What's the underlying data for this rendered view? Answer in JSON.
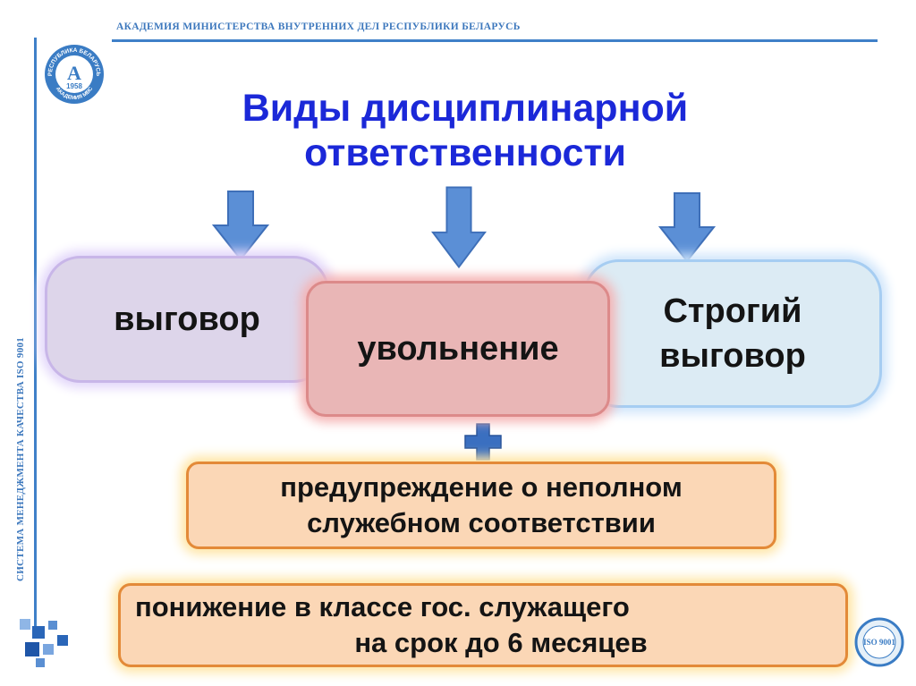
{
  "header": {
    "institution": "АКАДЕМИЯ МИНИСТЕРСТВА ВНУТРЕННИХ ДЕЛ РЕСПУБЛИКИ БЕЛАРУСЬ",
    "side_text": "СИСТЕМА МЕНЕДЖМЕНТА КАЧЕСТВА ISO 9001"
  },
  "logo_left": {
    "ring_text_top": "РЕСПУБЛИКА БЕЛАРУСЬ",
    "ring_text_bottom": "АКАДЕМИЯ МВС",
    "letter": "А",
    "year": "1958"
  },
  "logo_right": {
    "text": "ISO 9001"
  },
  "title": {
    "line1": "Виды дисциплинарной",
    "line2": "ответственности"
  },
  "boxes": {
    "reprimand": "выговор",
    "dismissal": "увольнение",
    "strict_line1": "Строгий",
    "strict_line2": "выговор",
    "warning_line1": "предупреждение о неполном",
    "warning_line2": "служебном соответствии",
    "demotion_line1": "понижение в классе гос. служащего",
    "demotion_line2": "на срок до 6 месяцев"
  },
  "colors": {
    "title": "#1b28d8",
    "arrow": "#5b8fd6",
    "plus": "#3a6fc0",
    "accent_line": "#3f80c8"
  }
}
